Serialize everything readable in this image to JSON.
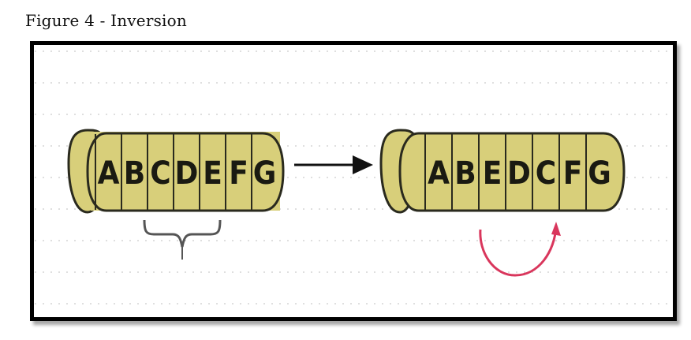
{
  "caption": "Figure 4 - Inversion",
  "before": {
    "genes": [
      "A",
      "B",
      "C",
      "D",
      "E",
      "F",
      "G"
    ]
  },
  "after": {
    "genes": [
      "A",
      "B",
      "E",
      "D",
      "C",
      "F",
      "G"
    ]
  },
  "colors": {
    "chromosome_fill": "#d8cf7a",
    "chromosome_outline": "#2a2a1e",
    "arrow": "#111111",
    "brace": "#555555",
    "inversion_arc": "#d9365c",
    "frame_border": "#000000",
    "grid_dots": "#c8c8c8"
  },
  "icons": {
    "arrow": "right-arrow-icon",
    "brace": "curly-brace-icon",
    "arc": "inversion-arc-icon"
  }
}
